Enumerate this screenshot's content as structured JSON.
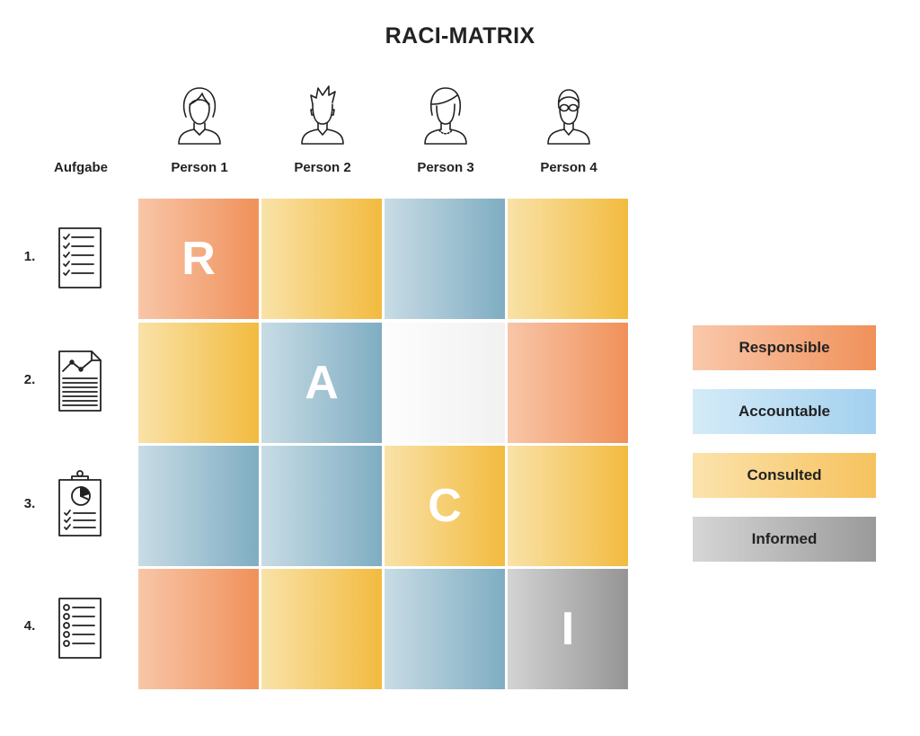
{
  "title": "RACI-MATRIX",
  "header": {
    "task_label": "Aufgabe",
    "persons": [
      "Person 1",
      "Person 2",
      "Person 3",
      "Person 4"
    ]
  },
  "avatar_icons": [
    "woman-avatar-icon",
    "man-spiky-hair-avatar-icon",
    "woman-necklace-avatar-icon",
    "man-glasses-avatar-icon"
  ],
  "tasks": [
    {
      "number": "1.",
      "icon": "checklist-document-icon"
    },
    {
      "number": "2.",
      "icon": "line-chart-document-icon"
    },
    {
      "number": "3.",
      "icon": "clipboard-pie-chart-icon"
    },
    {
      "number": "4.",
      "icon": "bullet-list-document-icon"
    }
  ],
  "matrix": [
    [
      {
        "type": "R",
        "label": "R"
      },
      {
        "type": "C",
        "label": ""
      },
      {
        "type": "A",
        "label": ""
      },
      {
        "type": "C",
        "label": ""
      }
    ],
    [
      {
        "type": "C",
        "label": ""
      },
      {
        "type": "A",
        "label": "A"
      },
      {
        "type": "E",
        "label": ""
      },
      {
        "type": "R",
        "label": ""
      }
    ],
    [
      {
        "type": "A",
        "label": ""
      },
      {
        "type": "A",
        "label": ""
      },
      {
        "type": "C",
        "label": "C"
      },
      {
        "type": "C",
        "label": ""
      }
    ],
    [
      {
        "type": "R",
        "label": ""
      },
      {
        "type": "C",
        "label": ""
      },
      {
        "type": "A",
        "label": ""
      },
      {
        "type": "I",
        "label": "I"
      }
    ]
  ],
  "legend": [
    {
      "key": "R",
      "label": "Responsible"
    },
    {
      "key": "A",
      "label": "Accountable"
    },
    {
      "key": "C",
      "label": "Consulted"
    },
    {
      "key": "I",
      "label": "Informed"
    }
  ],
  "colors": {
    "responsible": "#f0915a",
    "accountable": "#7fadc2",
    "accountable_legend": "#a3d0ef",
    "consulted": "#f2bb3f",
    "informed": "#959595",
    "empty": "#f1f1f1"
  }
}
